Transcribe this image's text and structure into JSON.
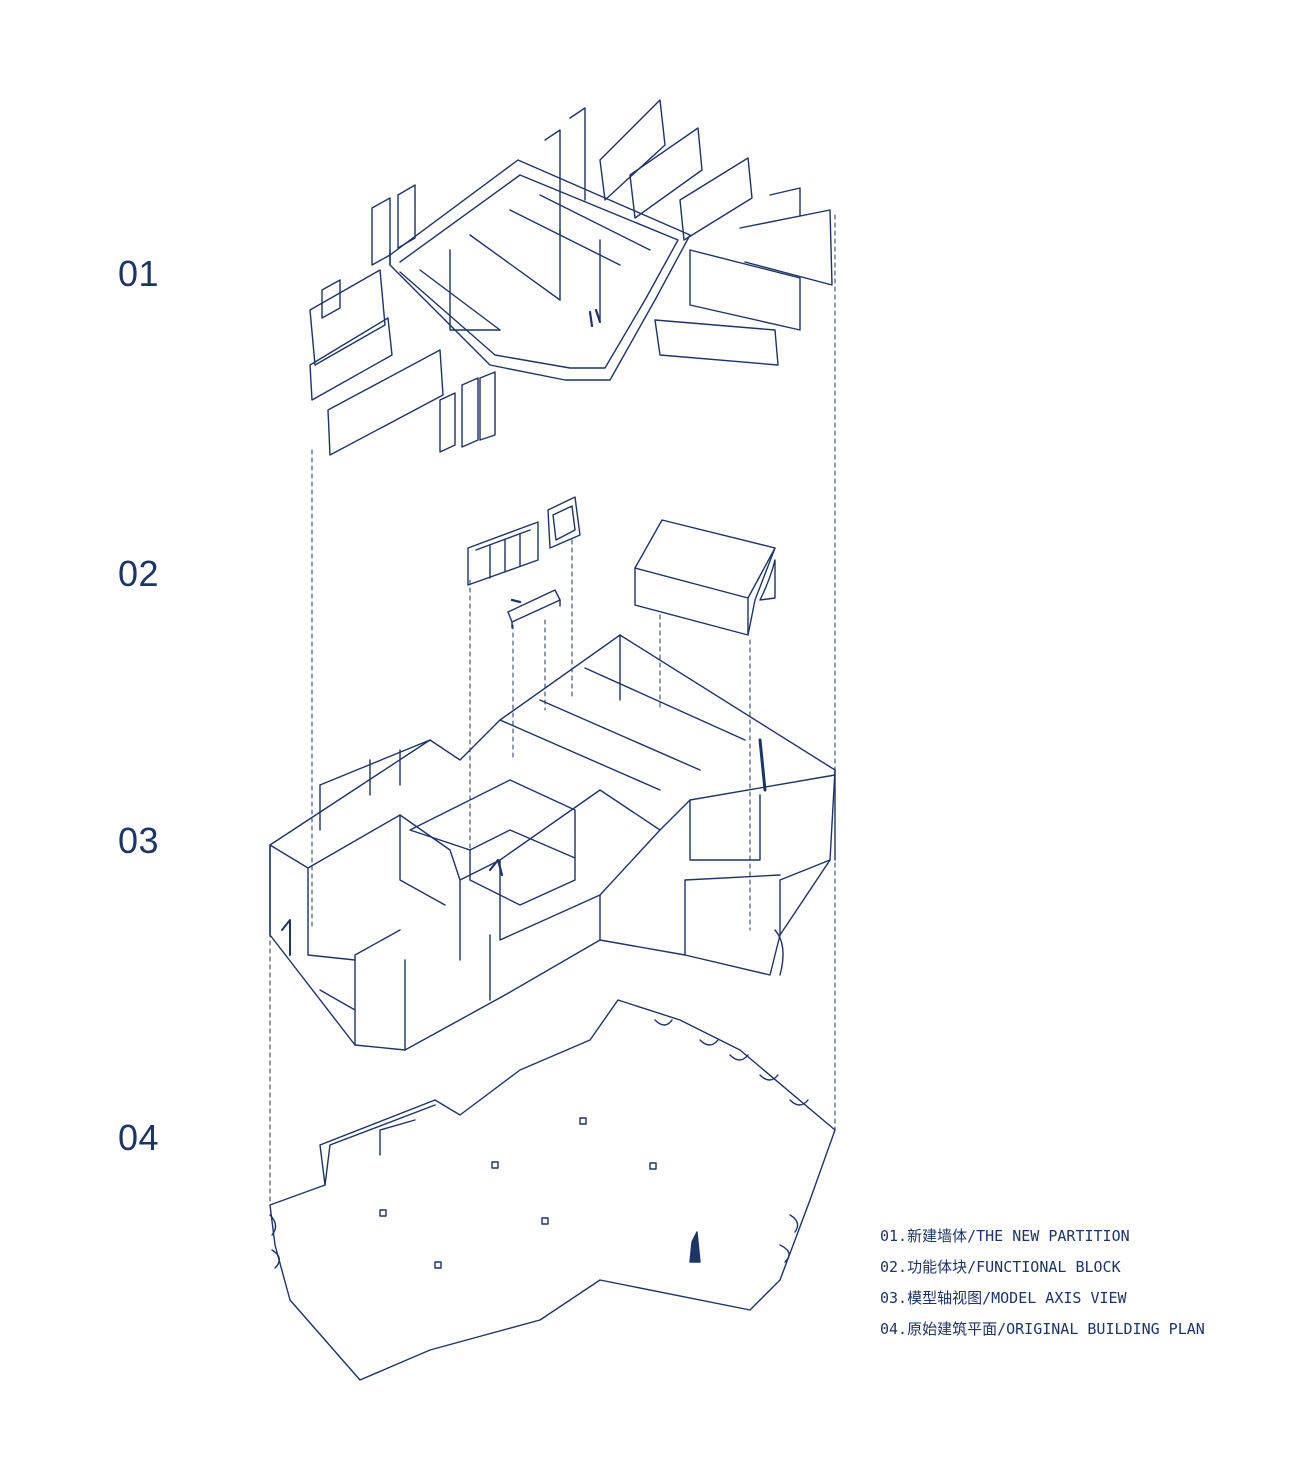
{
  "layers": [
    {
      "number": "01",
      "legend": "01.新建墙体/THE NEW PARTITION"
    },
    {
      "number": "02",
      "legend": "02.功能体块/FUNCTIONAL BLOCK"
    },
    {
      "number": "03",
      "legend": "03.模型轴视图/MODEL AXIS VIEW"
    },
    {
      "number": "04",
      "legend": "04.原始建筑平面/ORIGINAL BUILDING PLAN"
    }
  ],
  "colors": {
    "ink": "#1c3468",
    "background": "#ffffff"
  }
}
